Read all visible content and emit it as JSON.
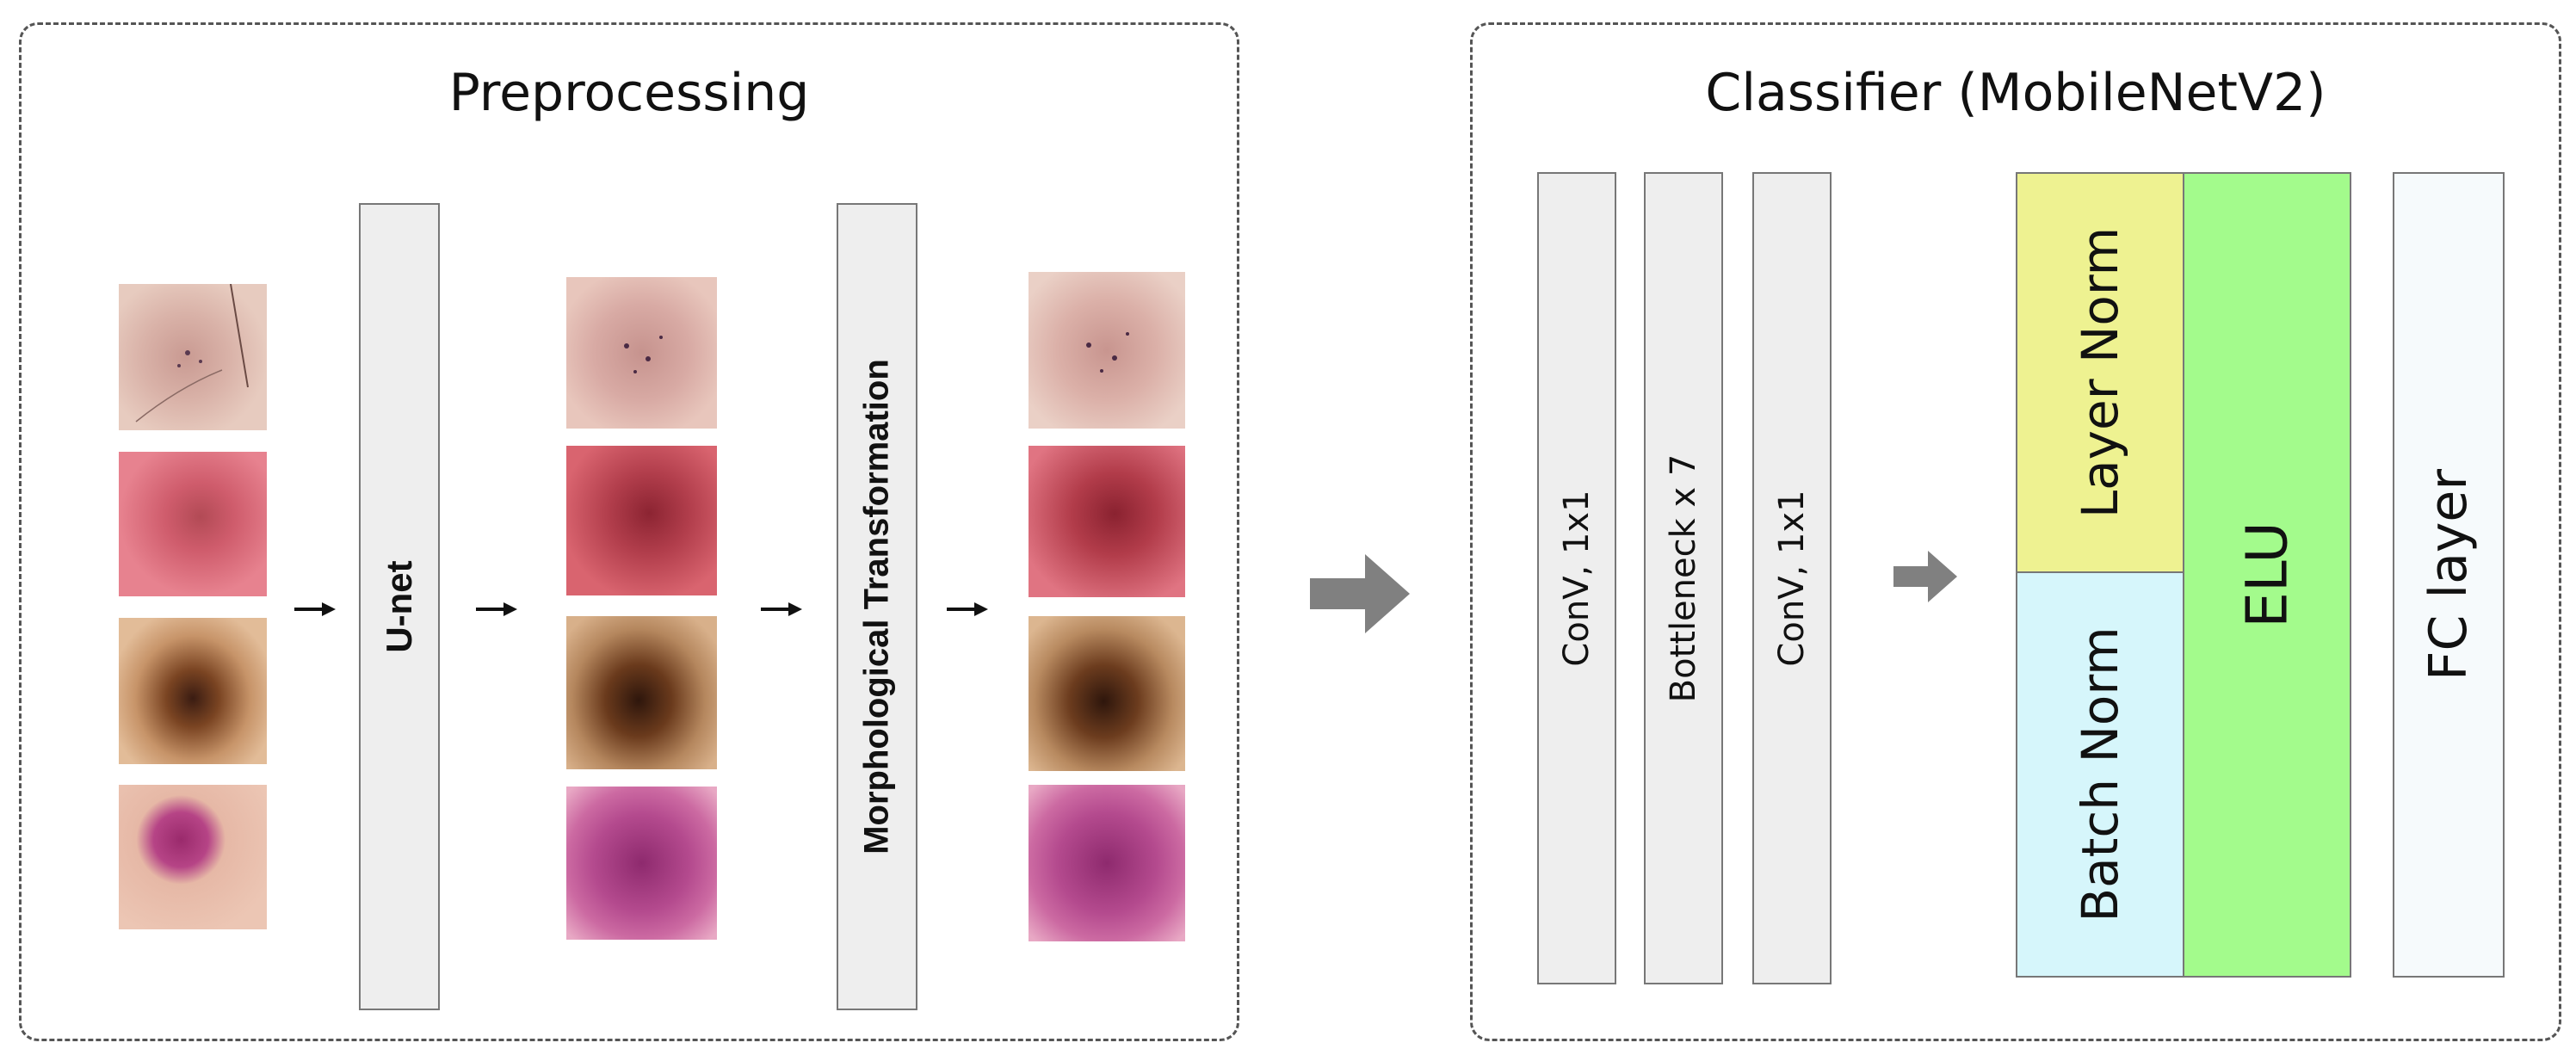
{
  "preprocessing": {
    "title": "Preprocessing",
    "unet_label": "U-net",
    "morph_label": "Morphological Transformation"
  },
  "classifier": {
    "title": "Classifier (MobileNetV2)",
    "conv1_label": "ConV, 1x1",
    "bottleneck_label": "Bottleneck x 7",
    "conv2_label": "ConV, 1x1",
    "layer_norm_label": "Layer Norm",
    "batch_norm_label": "Batch Norm",
    "elu_label": "ELU",
    "fc_label": "FC layer"
  },
  "colors": {
    "layer_norm": "#eef291",
    "batch_norm": "#d6f6fb",
    "elu": "#a3fb8c",
    "fc": "#f6fafc",
    "gray_box": "#eeeeee",
    "big_arrow": "#808080"
  }
}
